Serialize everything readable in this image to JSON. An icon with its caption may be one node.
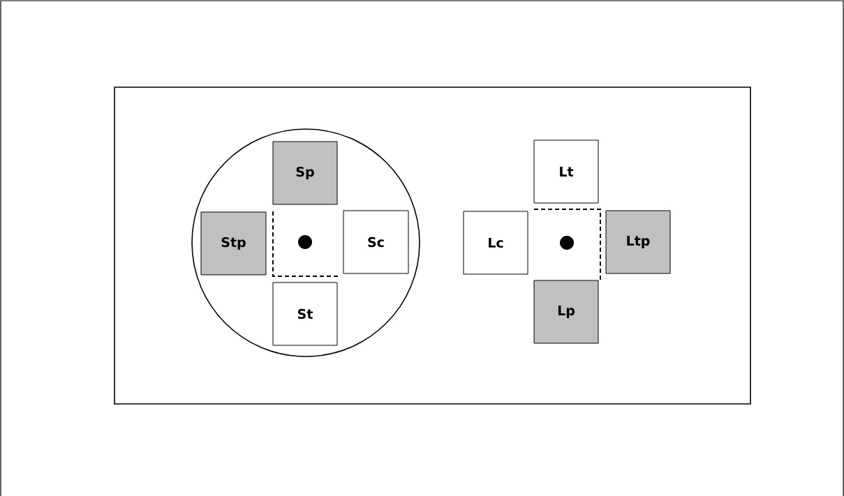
{
  "diagram": {
    "nodes": [
      {
        "text": [],
        "shape": "circle"
      },
      {
        "text": [
          "Sp"
        ],
        "in": 0
      },
      {
        "text": [
          "Stp"
        ],
        "in": 0
      },
      {
        "text": [
          "Sc"
        ],
        "in": 0
      },
      {
        "text": [
          "St"
        ],
        "in": 0
      },
      {
        "text": [
          "Lt"
        ]
      },
      {
        "text": [
          "Lc"
        ]
      },
      {
        "text": [
          "Ltp"
        ]
      },
      {
        "text": [
          "Lp"
        ]
      }
    ]
  }
}
